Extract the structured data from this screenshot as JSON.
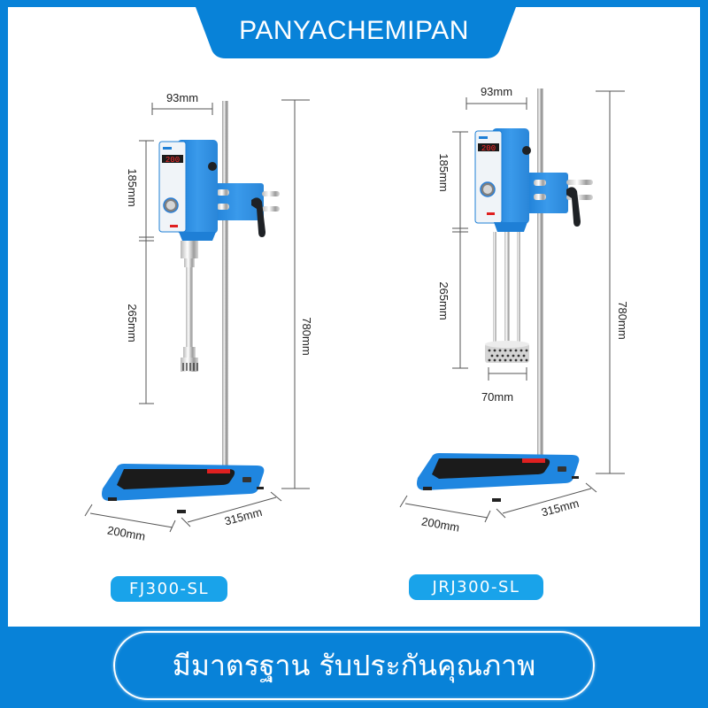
{
  "header": {
    "brand": "PANYACHEMIPAN"
  },
  "products": [
    {
      "model": "FJ300-SL",
      "display_value": "200",
      "dimensions": {
        "width_top": "93mm",
        "head_height": "185mm",
        "shaft_height": "265mm",
        "total_height": "780mm",
        "base_depth": "200mm",
        "base_width": "315mm"
      }
    },
    {
      "model": "JRJ300-SL",
      "display_value": "200",
      "dimensions": {
        "width_top": "93mm",
        "head_height": "185mm",
        "shaft_height": "265mm",
        "total_height": "780mm",
        "head_diameter": "70mm",
        "base_depth": "200mm",
        "base_width": "315mm"
      }
    }
  ],
  "footer": {
    "slogan": "มีมาตรฐาน รับประกันคุณภาพ"
  },
  "colors": {
    "brand_blue": "#0882d8",
    "pill_blue": "#19a3ea",
    "device_blue": "#2f8fe0",
    "display_red": "#ff2a2a"
  }
}
